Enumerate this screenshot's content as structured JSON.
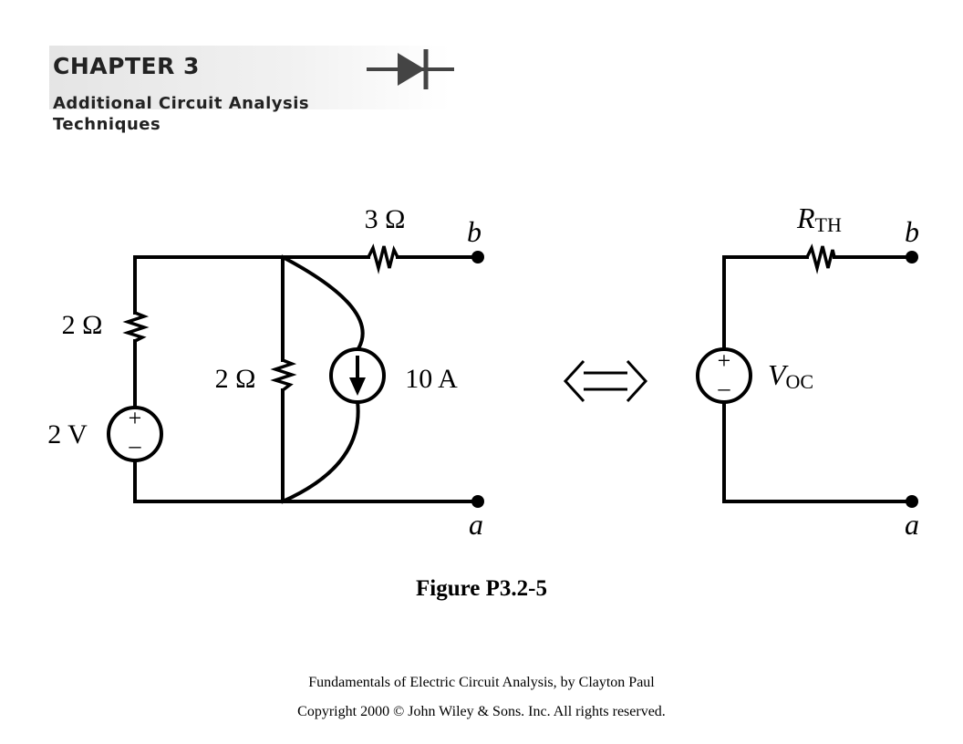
{
  "header": {
    "chapter": "CHAPTER 3",
    "subtitle_line1": "Additional Circuit Analysis",
    "subtitle_line2": "Techniques",
    "logo_icon": "diode-icon"
  },
  "left_circuit": {
    "resistor_top_label": "3 Ω",
    "resistor_left_label": "2 Ω",
    "resistor_mid_label": "2 Ω",
    "source_current_label": "10 A",
    "source_voltage_label": "2 V",
    "plus_sign": "+",
    "minus_sign": "–",
    "terminal_top": "b",
    "terminal_bottom": "a"
  },
  "equivalence_icon": "double-arrow-icon",
  "right_circuit": {
    "rth_main": "R",
    "rth_sub": "TH",
    "voc_main": "V",
    "voc_sub": "OC",
    "plus_sign": "+",
    "minus_sign": "–",
    "terminal_top": "b",
    "terminal_bottom": "a"
  },
  "figure_label": "Figure P3.2-5",
  "footer": {
    "book": "Fundamentals of Electric Circuit Analysis, by Clayton Paul",
    "copyright": "Copyright 2000 © John Wiley & Sons. Inc. All rights reserved."
  }
}
